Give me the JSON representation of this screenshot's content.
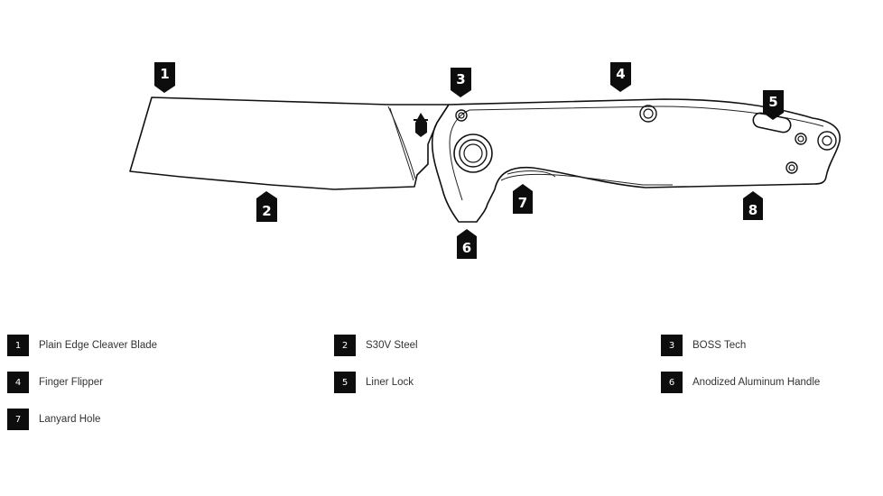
{
  "diagram": {
    "markers": [
      {
        "number": "1"
      },
      {
        "number": "2"
      },
      {
        "number": "3"
      },
      {
        "number": "4"
      },
      {
        "number": "5"
      },
      {
        "number": "6"
      },
      {
        "number": "7"
      },
      {
        "number": "8"
      }
    ]
  },
  "legend": {
    "items": [
      {
        "number": "1",
        "label": "Plain Edge Cleaver Blade"
      },
      {
        "number": "2",
        "label": "S30V Steel"
      },
      {
        "number": "3",
        "label": "BOSS Tech"
      },
      {
        "number": "4",
        "label": "Finger Flipper"
      },
      {
        "number": "5",
        "label": "Liner Lock"
      },
      {
        "number": "6",
        "label": "Anodized Aluminum Handle"
      },
      {
        "number": "7",
        "label": "Lanyard Hole"
      }
    ]
  }
}
